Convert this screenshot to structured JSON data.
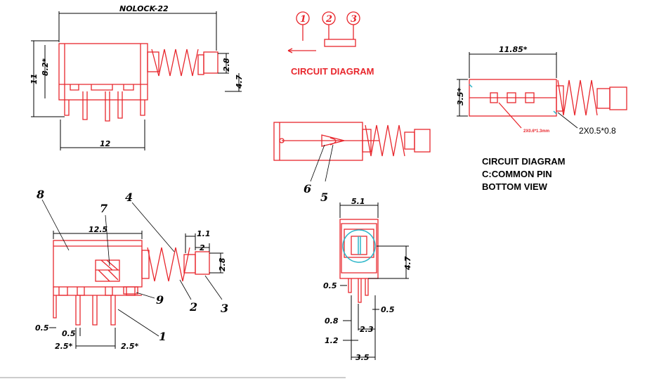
{
  "top_view": {
    "title": "NOLOCK-22",
    "dim_height": "11",
    "dim_inner": "8.2*",
    "dim_2_8": "2.8",
    "dim_4_7": "4.7",
    "dim_width": "12"
  },
  "circuit_symbol": {
    "pin1": "1",
    "pin2": "2",
    "pin3": "3",
    "label": "CIRCUIT DIAGRAM"
  },
  "section_view": {
    "callout_6": "6",
    "callout_5": "5"
  },
  "bottom_view": {
    "dim_length": "11.85*",
    "dim_height": "3.5*",
    "red_note": "2X0.6*1.3mm",
    "slot_note": "2X0.5*0.8",
    "caption_1": "CIRCUIT DIAGRAM",
    "caption_2": "C:COMMON PIN",
    "caption_3": "BOTTOM VIEW"
  },
  "side_view": {
    "callout_8": "8",
    "callout_7": "7",
    "callout_4": "4",
    "callout_9": "9",
    "callout_2": "2",
    "callout_3": "3",
    "callout_1": "1",
    "dim_12_5": "12.5",
    "dim_1_1": "1.1",
    "dim_2": "2",
    "dim_2_8": "2.8",
    "dim_0_5a": "0.5",
    "dim_0_5b": "0.5",
    "dim_2_5a": "2.5*",
    "dim_2_5b": "2.5*"
  },
  "end_view": {
    "dim_5_1": "5.1",
    "dim_4_7": "4.7",
    "dim_0_5a": "0.5",
    "dim_0_5b": "0.5",
    "dim_0_8": "0.8",
    "dim_2_3": "2.3",
    "dim_1_2": "1.2",
    "dim_3_5": "3.5"
  },
  "colors": {
    "outline": "#e8262c",
    "dimension": "#000000",
    "highlight": "#2bb6c9",
    "label_red": "#e8262c"
  }
}
